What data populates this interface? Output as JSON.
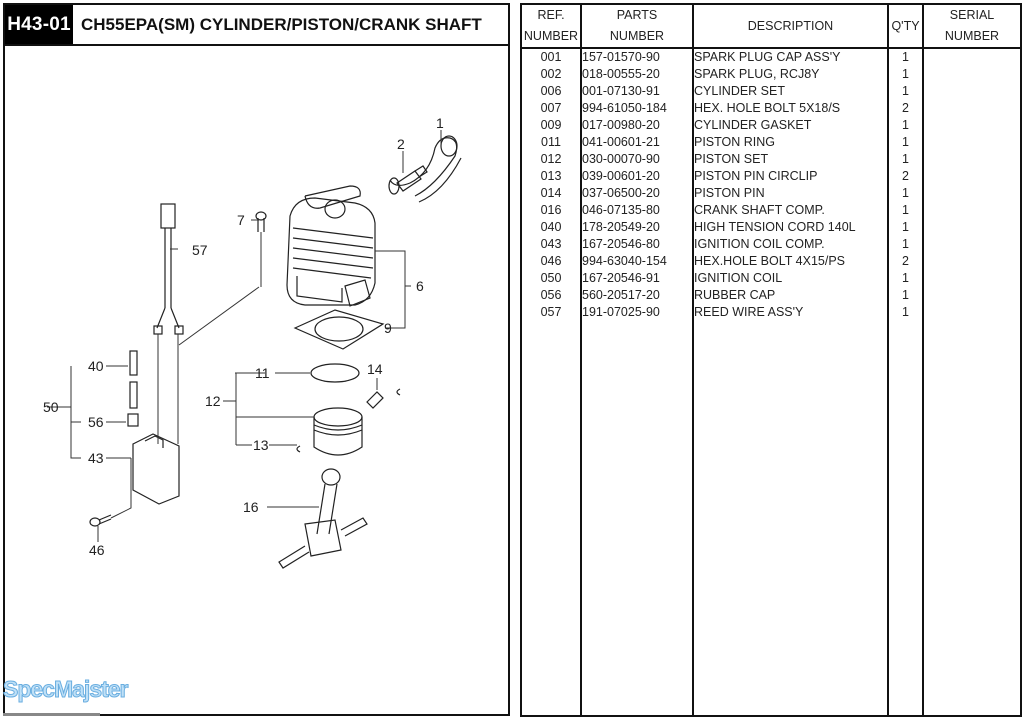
{
  "header": {
    "code": "H43-01",
    "title": "CH55EPA(SM) CYLINDER/PISTON/CRANK SHAFT"
  },
  "diagram": {
    "callouts": [
      "1",
      "2",
      "6",
      "7",
      "9",
      "11",
      "12",
      "13",
      "14",
      "16",
      "40",
      "43",
      "46",
      "50",
      "56",
      "57"
    ]
  },
  "watermark": "SpecMajster",
  "table": {
    "headers": {
      "ref_line1": "REF.",
      "ref_line2": "NUMBER",
      "parts_line1": "PARTS",
      "parts_line2": "NUMBER",
      "description": "DESCRIPTION",
      "qty": "Q'TY",
      "serial_line1": "SERIAL",
      "serial_line2": "NUMBER"
    },
    "rows": [
      {
        "ref": "001",
        "part": "157-01570-90",
        "desc": "SPARK PLUG CAP ASS'Y",
        "qty": "1",
        "serial": ""
      },
      {
        "ref": "002",
        "part": "018-00555-20",
        "desc": "SPARK PLUG, RCJ8Y",
        "qty": "1",
        "serial": ""
      },
      {
        "ref": "006",
        "part": "001-07130-91",
        "desc": "CYLINDER SET",
        "qty": "1",
        "serial": ""
      },
      {
        "ref": "007",
        "part": "994-61050-184",
        "desc": "HEX. HOLE BOLT 5X18/S",
        "qty": "2",
        "serial": ""
      },
      {
        "ref": "009",
        "part": "017-00980-20",
        "desc": "CYLINDER GASKET",
        "qty": "1",
        "serial": ""
      },
      {
        "ref": "011",
        "part": "041-00601-21",
        "desc": "PISTON RING",
        "qty": "1",
        "serial": ""
      },
      {
        "ref": "012",
        "part": "030-00070-90",
        "desc": "PISTON SET",
        "qty": "1",
        "serial": ""
      },
      {
        "ref": "013",
        "part": "039-00601-20",
        "desc": "PISTON PIN CIRCLIP",
        "qty": "2",
        "serial": ""
      },
      {
        "ref": "014",
        "part": "037-06500-20",
        "desc": "PISTON PIN",
        "qty": "1",
        "serial": ""
      },
      {
        "ref": "016",
        "part": "046-07135-80",
        "desc": "CRANK SHAFT COMP.",
        "qty": "1",
        "serial": ""
      },
      {
        "ref": "040",
        "part": "178-20549-20",
        "desc": "HIGH TENSION CORD 140L",
        "qty": "1",
        "serial": ""
      },
      {
        "ref": "043",
        "part": "167-20546-80",
        "desc": "IGNITION COIL COMP.",
        "qty": "1",
        "serial": ""
      },
      {
        "ref": "046",
        "part": "994-63040-154",
        "desc": "HEX.HOLE BOLT 4X15/PS",
        "qty": "2",
        "serial": ""
      },
      {
        "ref": "050",
        "part": "167-20546-91",
        "desc": "IGNITION COIL",
        "qty": "1",
        "serial": ""
      },
      {
        "ref": "056",
        "part": "560-20517-20",
        "desc": "RUBBER CAP",
        "qty": "1",
        "serial": ""
      },
      {
        "ref": "057",
        "part": "191-07025-90",
        "desc": "REED WIRE ASS'Y",
        "qty": "1",
        "serial": ""
      }
    ]
  }
}
